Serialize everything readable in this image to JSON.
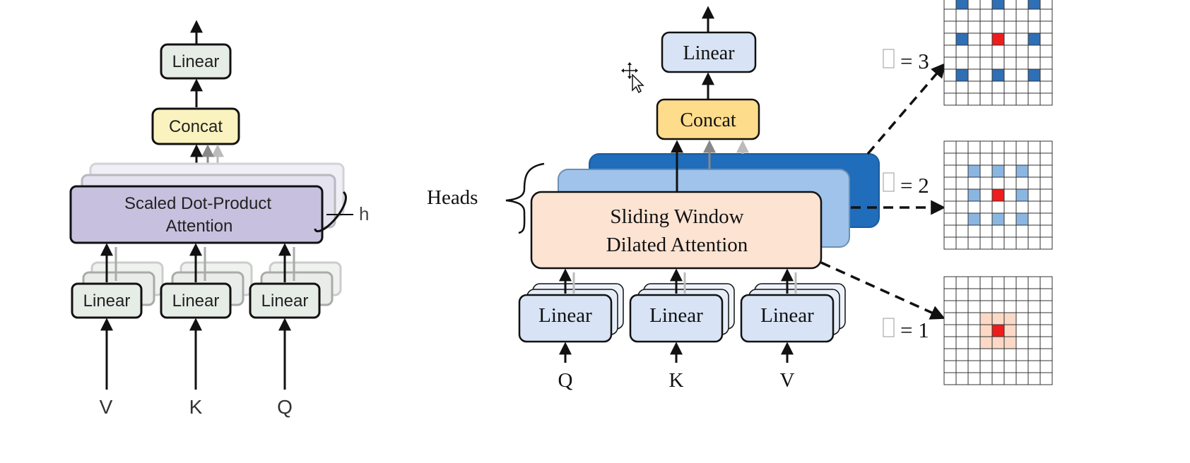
{
  "left": {
    "linear_top": "Linear",
    "concat": "Concat",
    "attention_line1": "Scaled Dot-Product",
    "attention_line2": "Attention",
    "heads_label": "h",
    "linears": [
      "Linear",
      "Linear",
      "Linear"
    ],
    "inputs": [
      "V",
      "K",
      "Q"
    ],
    "colors": {
      "attention": "#c7c1df",
      "concat": "#fbf3bf",
      "linear": "#e6ece6"
    }
  },
  "right": {
    "heads_label": "Heads",
    "linear_top": "Linear",
    "concat": "Concat",
    "attention_line1": "Sliding Window",
    "attention_line2": "Dilated Attention",
    "linears": [
      "Linear",
      "Linear",
      "Linear"
    ],
    "inputs": [
      "Q",
      "K",
      "V"
    ],
    "colors": {
      "attention": "#fde3d2",
      "concat": "#fddc8c",
      "linear": "#d8e4f5",
      "head_mid": "#9fc3ea",
      "head_back": "#1f6dbb"
    }
  },
  "dilation": {
    "rates": [
      {
        "label": "= 3",
        "rate": 3,
        "dot_color": "#2f6fb5"
      },
      {
        "label": "= 2",
        "rate": 2,
        "dot_color": "#8ab6e2"
      },
      {
        "label": "= 1",
        "rate": 1,
        "dot_color": "#fbd9c6"
      }
    ],
    "center_color": "#ee1c1c",
    "grid_size": 9
  }
}
